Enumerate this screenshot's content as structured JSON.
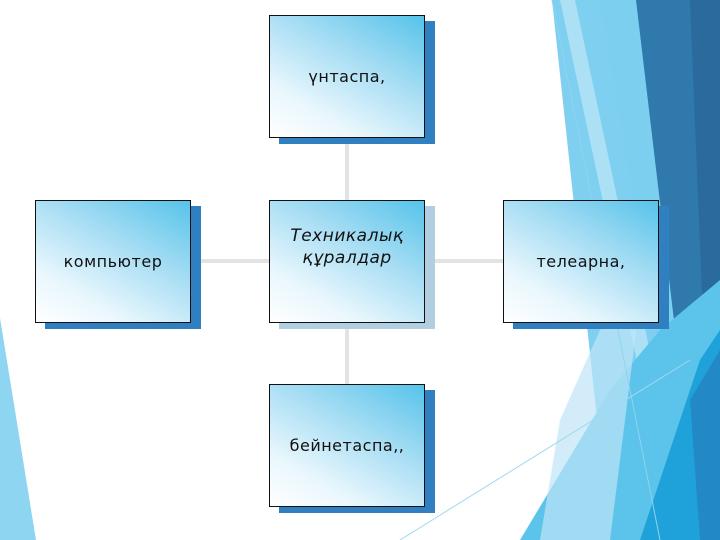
{
  "slide": {
    "background": "#ffffff",
    "accent_colors": [
      "#2f7fc1",
      "#56c3ea",
      "#7ccfef",
      "#2a6fa3",
      "#1fa0d8"
    ]
  },
  "diagram": {
    "type": "radial",
    "center": {
      "label_line1": "Техникалық",
      "label_line2": "құралдар"
    },
    "nodes": {
      "top": {
        "label": "үнтаспа,"
      },
      "left": {
        "label": "компьютер"
      },
      "right": {
        "label": "телеарна,"
      },
      "bottom": {
        "label": "бейнетаспа,,"
      }
    },
    "box_shadow_color": "#2f7fc1",
    "center_shadow_color": "#b1cfe0",
    "connector_color": "#e3e3e3"
  }
}
